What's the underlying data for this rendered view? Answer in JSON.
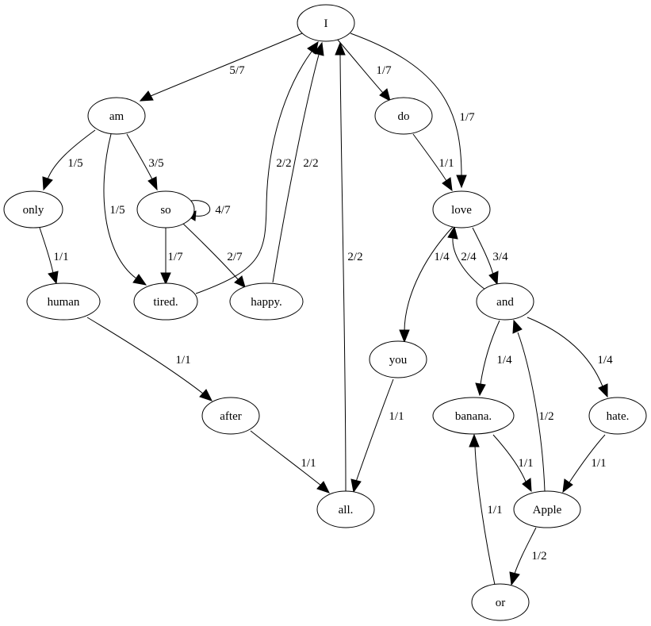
{
  "nodes": {
    "I": "I",
    "am": "am",
    "do": "do",
    "love": "love",
    "only": "only",
    "so": "so",
    "human": "human",
    "tired": "tired.",
    "happy": "happy.",
    "and": "and",
    "you": "you",
    "after": "after",
    "banana": "banana.",
    "hate": "hate.",
    "apple": "Apple",
    "all": "all.",
    "or": "or"
  },
  "edges": [
    {
      "from": "I",
      "to": "am",
      "label": "5/7"
    },
    {
      "from": "I",
      "to": "do",
      "label": "1/7"
    },
    {
      "from": "I",
      "to": "love",
      "label": "1/7"
    },
    {
      "from": "am",
      "to": "only",
      "label": "1/5"
    },
    {
      "from": "am",
      "to": "so",
      "label": "3/5"
    },
    {
      "from": "am",
      "to": "tired.",
      "label": "1/5"
    },
    {
      "from": "so",
      "to": "so",
      "label": "4/7"
    },
    {
      "from": "so",
      "to": "tired.",
      "label": "1/7"
    },
    {
      "from": "so",
      "to": "happy.",
      "label": "2/7"
    },
    {
      "from": "tired.",
      "to": "I",
      "label": "2/2"
    },
    {
      "from": "happy.",
      "to": "I",
      "label": "2/2"
    },
    {
      "from": "all.",
      "to": "I",
      "label": "2/2"
    },
    {
      "from": "do",
      "to": "love",
      "label": "1/1"
    },
    {
      "from": "only",
      "to": "human",
      "label": "1/1"
    },
    {
      "from": "love",
      "to": "you",
      "label": "1/4"
    },
    {
      "from": "and",
      "to": "love",
      "label": "2/4"
    },
    {
      "from": "love",
      "to": "and",
      "label": "3/4"
    },
    {
      "from": "human",
      "to": "after",
      "label": "1/1"
    },
    {
      "from": "and",
      "to": "banana.",
      "label": "1/4"
    },
    {
      "from": "and",
      "to": "hate.",
      "label": "1/4"
    },
    {
      "from": "Apple",
      "to": "and",
      "label": "1/2"
    },
    {
      "from": "you",
      "to": "all.",
      "label": "1/1"
    },
    {
      "from": "after",
      "to": "all.",
      "label": "1/1"
    },
    {
      "from": "banana.",
      "to": "Apple",
      "label": "1/1"
    },
    {
      "from": "hate.",
      "to": "Apple",
      "label": "1/1"
    },
    {
      "from": "or",
      "to": "banana.",
      "label": "1/1"
    },
    {
      "from": "Apple",
      "to": "or",
      "label": "1/2"
    }
  ]
}
